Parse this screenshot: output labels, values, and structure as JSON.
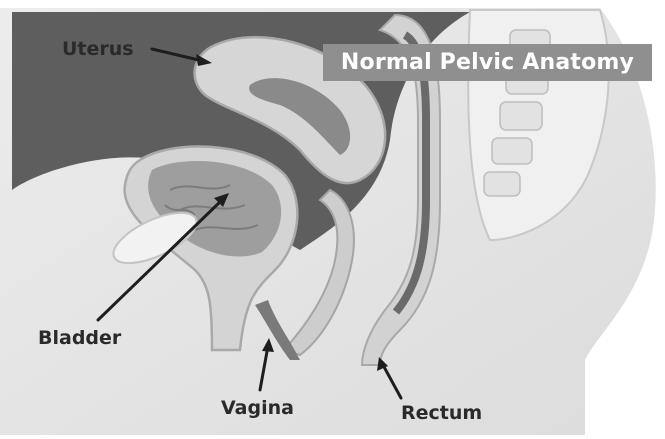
{
  "title": "Normal Pelvic Anatomy",
  "labels": {
    "uterus": "Uterus",
    "bladder": "Bladder",
    "vagina": "Vagina",
    "rectum": "Rectum"
  },
  "colors": {
    "background": "#ffffff",
    "title_box": "#8f8f8f",
    "title_text": "#ffffff",
    "cavity_dark": "#5f5f5f",
    "body_light": "#e6e6e6",
    "organ_wall": "#cfcfcf",
    "label_text": "#2a2a2a"
  }
}
